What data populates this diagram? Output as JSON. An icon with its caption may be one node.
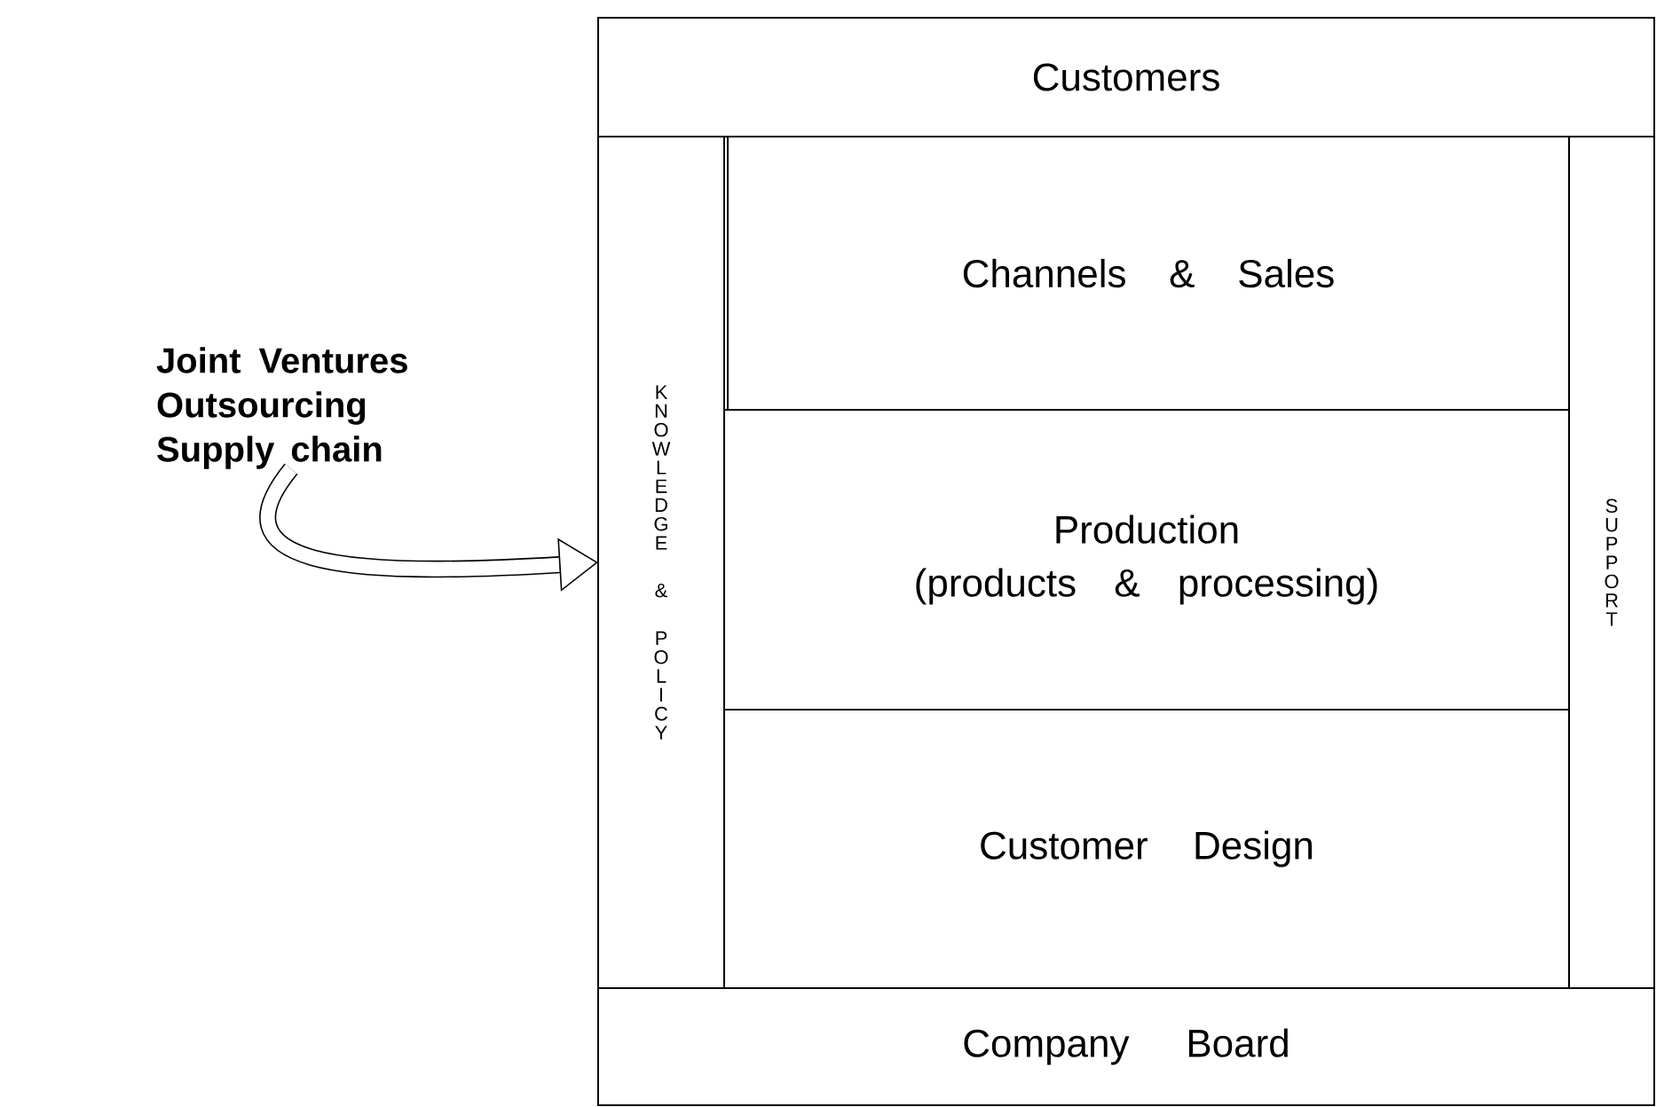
{
  "diagram": {
    "nodes": [
      {
        "text": [
          "Joint Ventures Outsourcing Supply chain"
        ]
      },
      {
        "text": [
          "Customers"
        ]
      },
      {
        "text": [
          "KNOWLEDGE & POLICY"
        ]
      },
      {
        "text": [
          "Channels & Sales"
        ]
      },
      {
        "text": [
          "Production (products & processing)"
        ]
      },
      {
        "text": [
          "Customer Design"
        ]
      },
      {
        "text": [
          "SUPPORT"
        ]
      },
      {
        "text": [
          "Company Board"
        ]
      }
    ],
    "edges": [
      {
        "from": 0,
        "to": 2,
        "arrow": "to"
      }
    ]
  }
}
